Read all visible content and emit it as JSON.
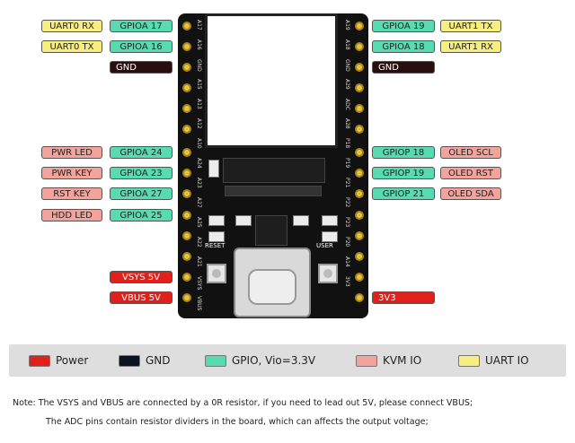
{
  "left_labels": [
    {
      "func": "UART0 RX",
      "gpio": "GPIOA 17"
    },
    {
      "func": "UART0 TX",
      "gpio": "GPIOA 16"
    },
    {
      "func": "",
      "gpio": "GND"
    },
    {
      "func": "PWR LED",
      "gpio": "GPIOA 24"
    },
    {
      "func": "PWR KEY",
      "gpio": "GPIOA 23"
    },
    {
      "func": "RST KEY",
      "gpio": "GPIOA 27"
    },
    {
      "func": "HDD LED",
      "gpio": "GPIOA 25"
    },
    {
      "func": "",
      "gpio": "VSYS 5V"
    },
    {
      "func": "",
      "gpio": "VBUS 5V"
    }
  ],
  "right_labels": [
    {
      "gpio": "GPIOA 19",
      "func": "UART1 TX"
    },
    {
      "gpio": "GPIOA 18",
      "func": "UART1 RX"
    },
    {
      "gpio": "GND",
      "func": ""
    },
    {
      "gpio": "GPIOP 18",
      "func": "OLED SCL"
    },
    {
      "gpio": "GPIOP 19",
      "func": "OLED RST"
    },
    {
      "gpio": "GPIOP 21",
      "func": "OLED SDA"
    },
    {
      "gpio": "3V3",
      "func": ""
    }
  ],
  "board": {
    "reset_label": "RESET",
    "user_label": "USER",
    "left_silk": [
      "A17",
      "A16",
      "GND",
      "A15",
      "A13",
      "A12",
      "A10",
      "A24",
      "A23",
      "A27",
      "A25",
      "A22",
      "A21",
      "VSYS",
      "VBUS"
    ],
    "right_silk": [
      "A19",
      "A18",
      "GND",
      "A29",
      "ADC",
      "A28",
      "P18",
      "P19",
      "P21",
      "P22",
      "P23",
      "P20",
      "A14",
      "3V3"
    ]
  },
  "legend": [
    {
      "label": "Power",
      "color": "#e0201b"
    },
    {
      "label": "GND",
      "color": "#0b1222"
    },
    {
      "label": "GPIO, Vio=3.3V",
      "color": "#57dbb0"
    },
    {
      "label": "KVM IO",
      "color": "#f2a39c"
    },
    {
      "label": "UART IO",
      "color": "#f7ee7f"
    }
  ],
  "notes": [
    "Note:  The VSYS and VBUS are connected by a 0R resistor, if you need to lead out 5V, please connect VBUS;",
    "The ADC pins contain resistor dividers in the board, which can affects the output voltage;"
  ]
}
